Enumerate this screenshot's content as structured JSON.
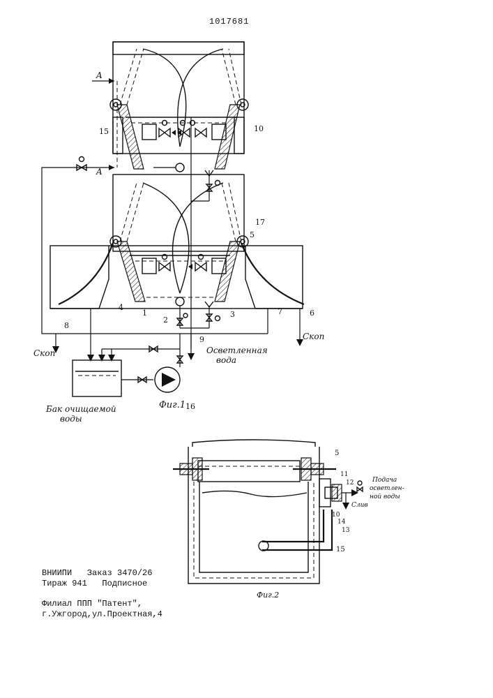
{
  "patent_number": "1017681",
  "figure1": {
    "caption": "Фиг.1",
    "section_mark": "A",
    "labels": {
      "n1": "1",
      "n2": "2",
      "n3": "3",
      "n4": "4",
      "n5": "5",
      "n6": "6",
      "n7": "7",
      "n8": "8",
      "n9": "9",
      "n10": "10",
      "n15": "15",
      "n16": "16",
      "n17": "17"
    },
    "drain_left": "Скоп",
    "drain_right": "Скоп",
    "clarified_water_line1": "Осветленная",
    "clarified_water_line2": "вода",
    "tank_line1": "Бак очищаемой",
    "tank_line2": "воды"
  },
  "figure2": {
    "caption": "Фиг.2",
    "labels": {
      "n5": "5",
      "n11": "11",
      "n12": "12",
      "n10": "10",
      "n13": "13",
      "n14": "14",
      "n15": "15"
    },
    "feed_line1": "Подача",
    "feed_line2": "осветлен-",
    "feed_line3": "ной воды",
    "drain": "Слив"
  },
  "imprint": {
    "line1": "ВНИИПИ   Заказ 3470/26",
    "line2": "Тираж 941   Подписное",
    "line3": "Филиал ППП \"Патент\",",
    "line4": "г.Ужгород,ул.Проектная,4"
  }
}
